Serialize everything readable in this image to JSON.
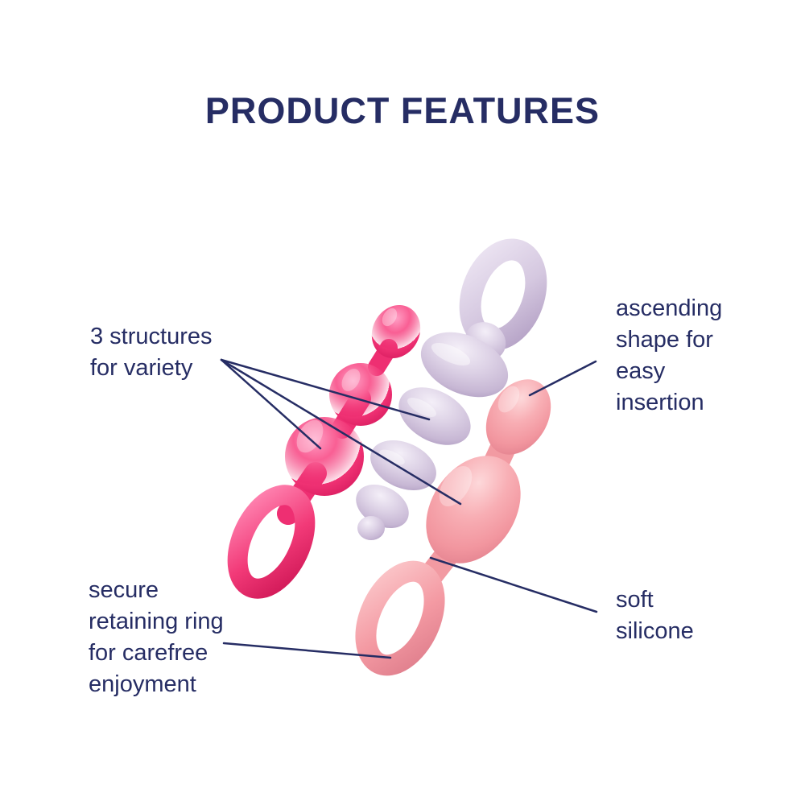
{
  "title": "PRODUCT FEATURES",
  "features": {
    "structures": {
      "label": "3 structures\nfor variety"
    },
    "ascending": {
      "label": "ascending\nshape for\neasy\ninsertion"
    },
    "secure_ring": {
      "label": "secure\nretaining ring\nfor carefree\nenjoyment"
    },
    "soft_silicone": {
      "label": "soft\nsilicone"
    }
  },
  "products": {
    "count": 3,
    "items": [
      {
        "name": "beaded-plug",
        "color": "#f2417e"
      },
      {
        "name": "twisted-plug",
        "color": "#d3c6de"
      },
      {
        "name": "bulb-plug",
        "color": "#f4a3aa"
      }
    ]
  },
  "colors": {
    "text": "#262d64",
    "annotation_line": "#262d64",
    "background": "#ffffff"
  }
}
